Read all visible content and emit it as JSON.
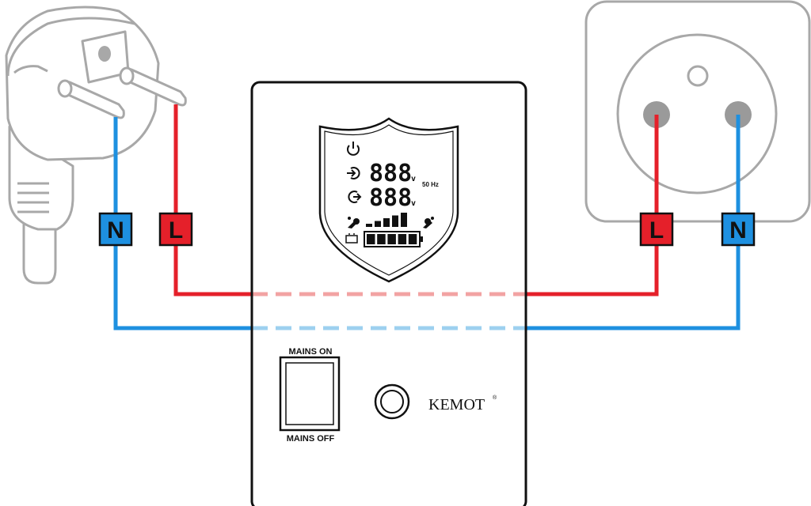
{
  "colors": {
    "live": "#e5202a",
    "neutral": "#1e90e0",
    "live_faded": "#f2a3a3",
    "neutral_faded": "#9dd0ef",
    "outline_gray": "#a8a8a8",
    "device_outline": "#111111",
    "pin_gray": "#9a9a9a"
  },
  "plug": {
    "neutral_label": "N",
    "live_label": "L"
  },
  "socket": {
    "live_label": "L",
    "neutral_label": "N"
  },
  "display": {
    "power_icon": "power-icon",
    "input_icon": "input-arrow-icon",
    "output_icon": "output-arrow-icon",
    "input_digits": "888",
    "output_digits": "888",
    "volt_unit": "v",
    "frequency": "50 Hz",
    "load_level_bars": 5,
    "battery_cells": 5,
    "load_icon_left": "load-left-icon",
    "load_icon_right": "load-right-icon",
    "battery_icon": "battery-icon"
  },
  "device": {
    "switch_top_label": "MAINS ON",
    "switch_bottom_label": "MAINS OFF",
    "brand": "KEMOT",
    "registered_mark": "®"
  }
}
